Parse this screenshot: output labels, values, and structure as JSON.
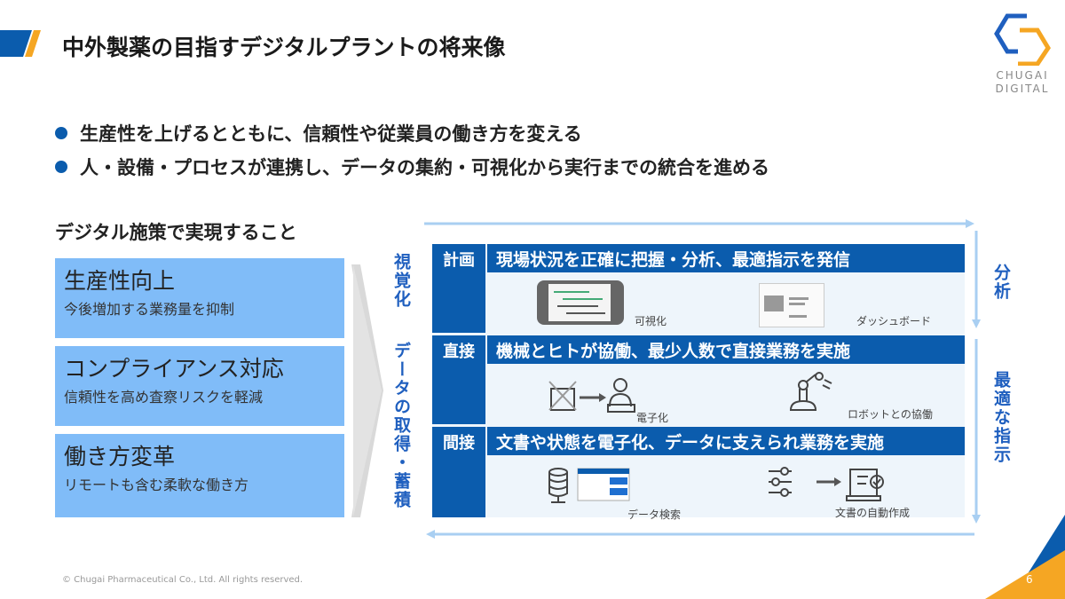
{
  "header": {
    "title": "中外製薬の目指すデジタルプラントの将来像",
    "logo_text": [
      "CHUGAI",
      "DIGITAL"
    ]
  },
  "bullets": [
    "生産性を上げるとともに、信頼性や従業員の働き方を変える",
    "人・設備・プロセスが連携し、データの集約・可視化から実行までの統合を進める"
  ],
  "left": {
    "heading": "デジタル施策で実現すること",
    "boxes": [
      {
        "title": "生産性向上",
        "sub": "今後増加する業務量を抑制"
      },
      {
        "title": "コンプライアンス対応",
        "sub": "信頼性を高め査察リスクを軽減"
      },
      {
        "title": "働き方変革",
        "sub": "リモートも含む柔軟な働き方"
      }
    ]
  },
  "side_labels": {
    "left_top": "視覚化",
    "left_bottom": "データの取得・蓄積",
    "right_top": "分析",
    "right_bottom": "最適な指示"
  },
  "rows": [
    {
      "label": "計画",
      "header": "現場状況を正確に把握・分析、最適指示を発信",
      "captions": [
        "可視化",
        "ダッシュボード"
      ]
    },
    {
      "label": "直接",
      "header": "機械とヒトが協働、最少人数で直接業務を実施",
      "captions": [
        "電子化",
        "ロボットとの協働"
      ]
    },
    {
      "label": "間接",
      "header": "文書や状態を電子化、データに支えられ業務を実施",
      "captions": [
        "データ検索",
        "文書の自動作成"
      ]
    }
  ],
  "footer": {
    "copyright": "© Chugai Pharmaceutical Co., Ltd. All rights reserved.",
    "page": "6"
  },
  "colors": {
    "primary": "#0b5cad",
    "accent": "#f5a623",
    "light": "#80bcf8"
  }
}
